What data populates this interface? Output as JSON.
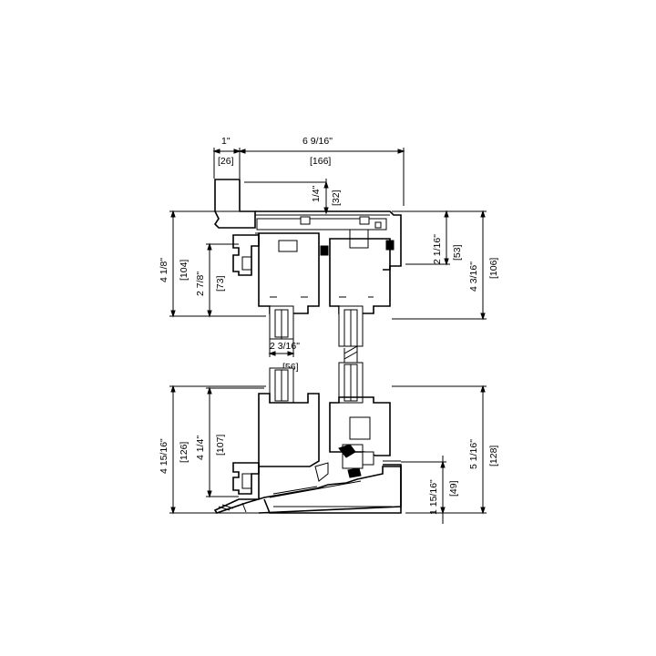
{
  "dimensions": {
    "top_left_width": "1\"",
    "top_left_width_mm": "[26]",
    "overall_depth": "6 9/16\"",
    "overall_depth_mm": "[166]",
    "head_step": "1/4\"",
    "head_step_mm": "[32]",
    "head_left_height": "4 1/8\"",
    "head_left_height_mm": "[104]",
    "head_inner_height": "2 7/8\"",
    "head_inner_height_mm": "[73]",
    "head_right_height": "2 1/16\"",
    "head_right_height_mm": "[53]",
    "head_total_right": "4 3/16\"",
    "head_total_right_mm": "[106]",
    "glass_width": "2 3/16\"",
    "glass_width_mm": "[56]",
    "sill_left_height": "4 15/16\"",
    "sill_left_height_mm": "[126]",
    "sill_inner_height": "4 1/4\"",
    "sill_inner_height_mm": "[107]",
    "sill_right_height": "5 1/16\"",
    "sill_right_height_mm": "[128]",
    "sill_step_height": "1 15/16\"",
    "sill_step_height_mm": "[49]"
  }
}
